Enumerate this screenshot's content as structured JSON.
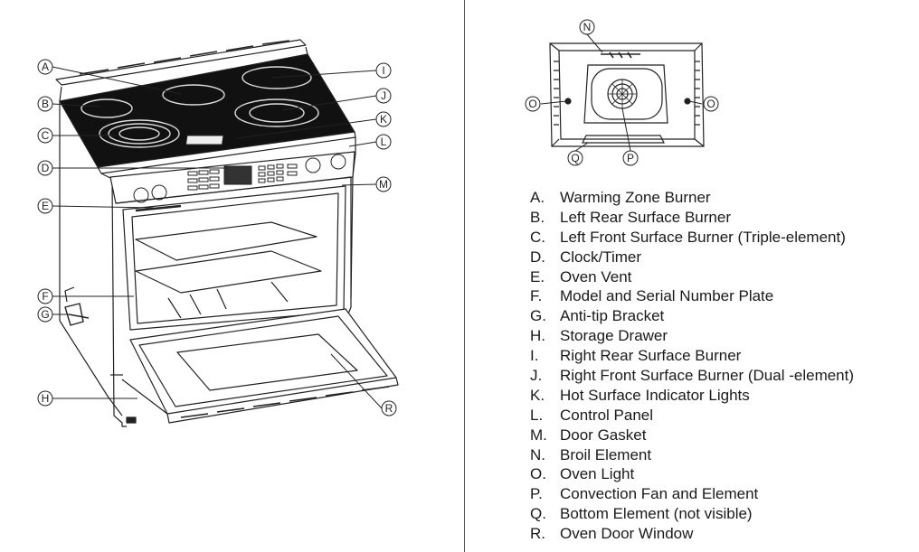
{
  "range_callouts": [
    "A",
    "B",
    "C",
    "D",
    "E",
    "F",
    "G",
    "H",
    "I",
    "J",
    "K",
    "L",
    "M",
    "R"
  ],
  "cavity_callouts": [
    "N",
    "O",
    "O",
    "P",
    "Q"
  ],
  "parts": [
    {
      "key": "A.",
      "label": "Warming Zone Burner"
    },
    {
      "key": "B.",
      "label": "Left Rear Surface Burner"
    },
    {
      "key": "C.",
      "label": "Left Front Surface Burner (Triple-element)"
    },
    {
      "key": "D.",
      "label": "Clock/Timer"
    },
    {
      "key": "E.",
      "label": "Oven Vent"
    },
    {
      "key": "F.",
      "label": "Model and Serial  Number Plate"
    },
    {
      "key": "G.",
      "label": "Anti-tip Bracket"
    },
    {
      "key": "H.",
      "label": "Storage Drawer"
    },
    {
      "key": "I.",
      "label": "Right Rear Surface Burner"
    },
    {
      "key": "J.",
      "label": "Right Front Surface Burner (Dual -element)"
    },
    {
      "key": "K.",
      "label": "Hot Surface Indicator Lights"
    },
    {
      "key": "L.",
      "label": "Control Panel"
    },
    {
      "key": "M.",
      "label": "Door Gasket"
    },
    {
      "key": "N.",
      "label": "Broil Element"
    },
    {
      "key": "O.",
      "label": "Oven Light"
    },
    {
      "key": "P.",
      "label": "Convection Fan and Element"
    },
    {
      "key": "Q.",
      "label": "Bottom Element (not visible)"
    },
    {
      "key": "R.",
      "label": "Oven Door Window"
    }
  ]
}
